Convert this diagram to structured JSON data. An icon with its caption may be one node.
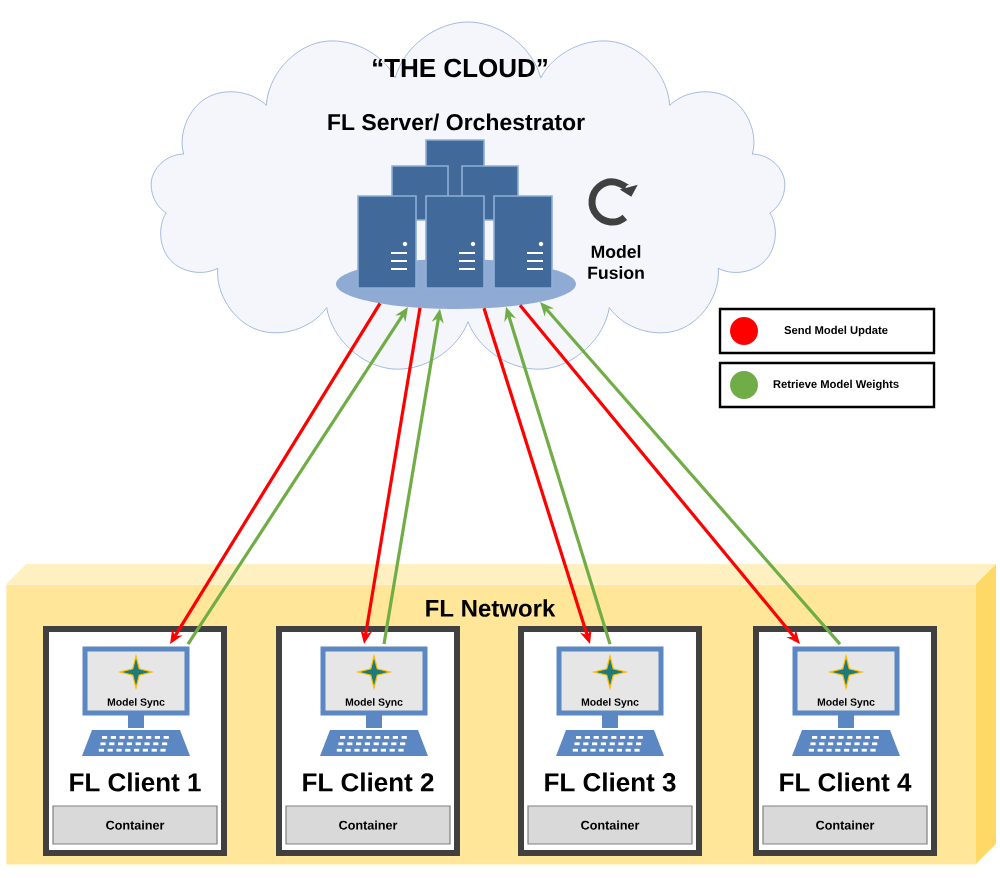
{
  "diagram": {
    "nodes": [
      {
        "text": [
          "“THE CLOUD”"
        ]
      },
      {
        "text": [
          "FL Server/ Orchestrator",
          "Model Fusion"
        ],
        "in": 0
      },
      {
        "text": [
          "FL Network"
        ]
      },
      {
        "text": [
          "FL Client 1"
        ],
        "in": 2
      },
      {
        "text": [
          "Model Sync"
        ],
        "in": 3
      },
      {
        "text": [
          "Container"
        ],
        "in": 3
      },
      {
        "text": [
          "FL Client 2"
        ],
        "in": 2
      },
      {
        "text": [
          "Model Sync"
        ],
        "in": 6
      },
      {
        "text": [
          "Container"
        ],
        "in": 6
      },
      {
        "text": [
          "FL Client 3"
        ],
        "in": 2
      },
      {
        "text": [
          "Model Sync"
        ],
        "in": 9
      },
      {
        "text": [
          "Container"
        ],
        "in": 9
      },
      {
        "text": [
          "FL Client 4"
        ],
        "in": 2
      },
      {
        "text": [
          "Model Sync"
        ],
        "in": 12
      },
      {
        "text": [
          "Container"
        ],
        "in": 12
      }
    ],
    "edges": [
      {
        "from": 1,
        "to": 4,
        "arrow": "to",
        "color": "#ff0000"
      },
      {
        "from": 4,
        "to": 1,
        "arrow": "to",
        "color": "#70ad47"
      },
      {
        "from": 1,
        "to": 7,
        "arrow": "to",
        "color": "#ff0000"
      },
      {
        "from": 7,
        "to": 1,
        "arrow": "to",
        "color": "#70ad47"
      },
      {
        "from": 1,
        "to": 10,
        "arrow": "to",
        "color": "#ff0000"
      },
      {
        "from": 10,
        "to": 1,
        "arrow": "to",
        "color": "#70ad47"
      },
      {
        "from": 1,
        "to": 13,
        "arrow": "to",
        "color": "#ff0000"
      },
      {
        "from": 13,
        "to": 1,
        "arrow": "to",
        "color": "#70ad47"
      }
    ],
    "legend": [
      {
        "text": "Send Model Update",
        "color": "#ff0000"
      },
      {
        "text": "Retrieve Model Weights",
        "color": "#70ad47"
      }
    ]
  }
}
